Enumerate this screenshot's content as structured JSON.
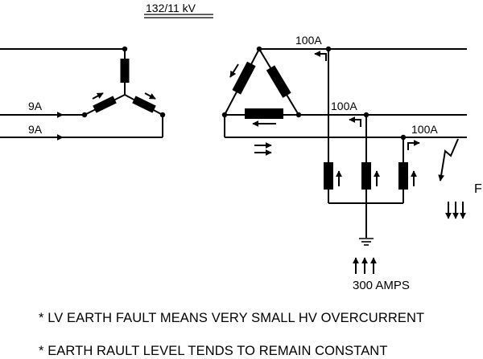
{
  "transformer": {
    "ratio_label": "132/11 kV"
  },
  "primary": {
    "phase_currents": [
      "9A",
      "9A"
    ]
  },
  "secondary": {
    "line_currents": [
      "100A",
      "100A",
      "100A"
    ]
  },
  "fault": {
    "label": "F"
  },
  "earth": {
    "current_label": "300 AMPS"
  },
  "notes": [
    "* LV EARTH FAULT MEANS VERY SMALL HV OVERCURRENT",
    "* EARTH RAULT LEVEL TENDS TO REMAIN CONSTANT"
  ]
}
